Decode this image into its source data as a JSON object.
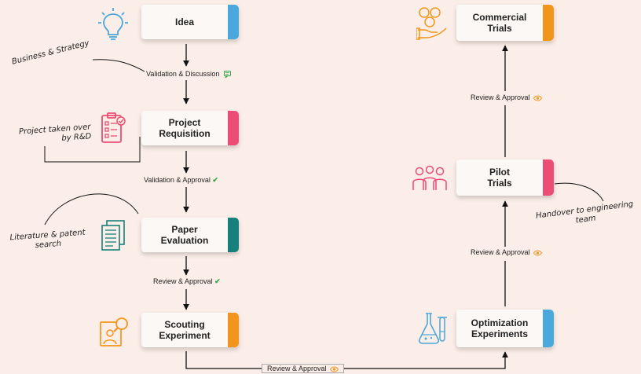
{
  "steps": {
    "idea": {
      "label": "Idea",
      "color": "#4aa8dc"
    },
    "project_requisition": {
      "label": "Project\nRequisition",
      "color": "#ec4d74"
    },
    "paper_evaluation": {
      "label": "Paper\nEvaluation",
      "color": "#17807c"
    },
    "scouting_experiment": {
      "label": "Scouting\nExperiment",
      "color": "#f2951c"
    },
    "optimization_experiments": {
      "label": "Optimization\nExperiments",
      "color": "#4aa8dc"
    },
    "pilot_trials": {
      "label": "Pilot\nTrials",
      "color": "#ec4d74"
    },
    "commercial_trials": {
      "label": "Commercial\nTrials",
      "color": "#f2951c"
    }
  },
  "connectors": {
    "validation_discussion": "Validation & Discussion",
    "validation_approval": "Validation & Approval",
    "review_approval_1": "Review & Approval",
    "review_approval_2": "Review & Approval",
    "review_approval_3": "Review & Approval",
    "review_approval_4": "Review & Approval"
  },
  "notes": {
    "business_strategy": "Business & Strategy",
    "project_taken_over": "Project taken over\nby R&D",
    "literature_patent": "Literature & patent\nsearch",
    "handover": "Handover to engineering\nteam"
  },
  "colors": {
    "check": "#2fa84a",
    "eye": "#f2951c",
    "chat": "#2fa84a",
    "blue_icon": "#4aa8dc",
    "pink_icon": "#ec4d74",
    "teal_icon": "#17807c",
    "orange_icon": "#f2951c"
  }
}
